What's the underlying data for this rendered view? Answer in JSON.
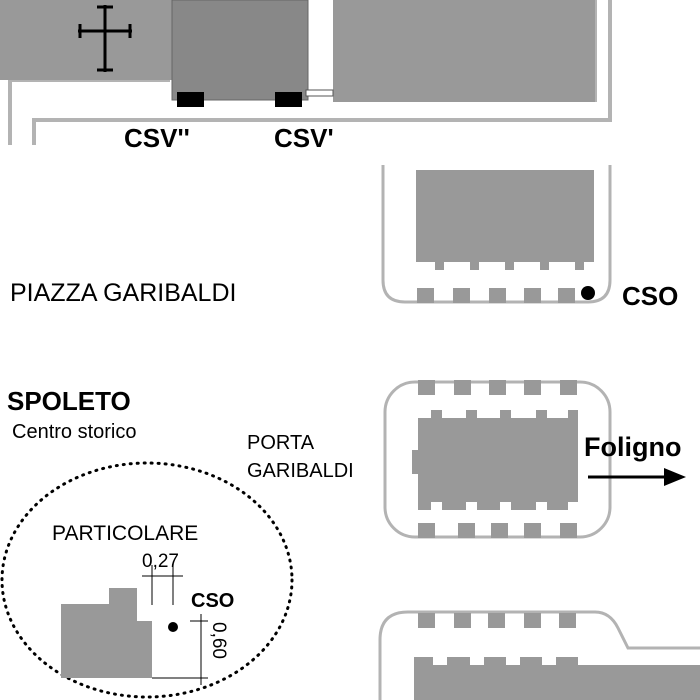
{
  "labels": {
    "csv_double": "CSV''",
    "csv_single": "CSV'",
    "piazza": "PIAZZA GARIBALDI",
    "cso_main": "CSO",
    "city": "SPOLETO",
    "centro": "Centro storico",
    "porta_line1": "PORTA",
    "porta_line2": "GARIBALDI",
    "foligno": "Foligno",
    "particolare": "PARTICOLARE",
    "dim_width": "0,27",
    "cso_detail": "CSO",
    "dim_height": "0,60"
  },
  "icons": {
    "church": "cross-icon",
    "direction": "arrow-right-icon",
    "station_marker": "dot-icon"
  },
  "colors": {
    "building": "#999999",
    "building_dark": "#888888",
    "outline": "#b3b3b3",
    "marker": "#000000"
  }
}
